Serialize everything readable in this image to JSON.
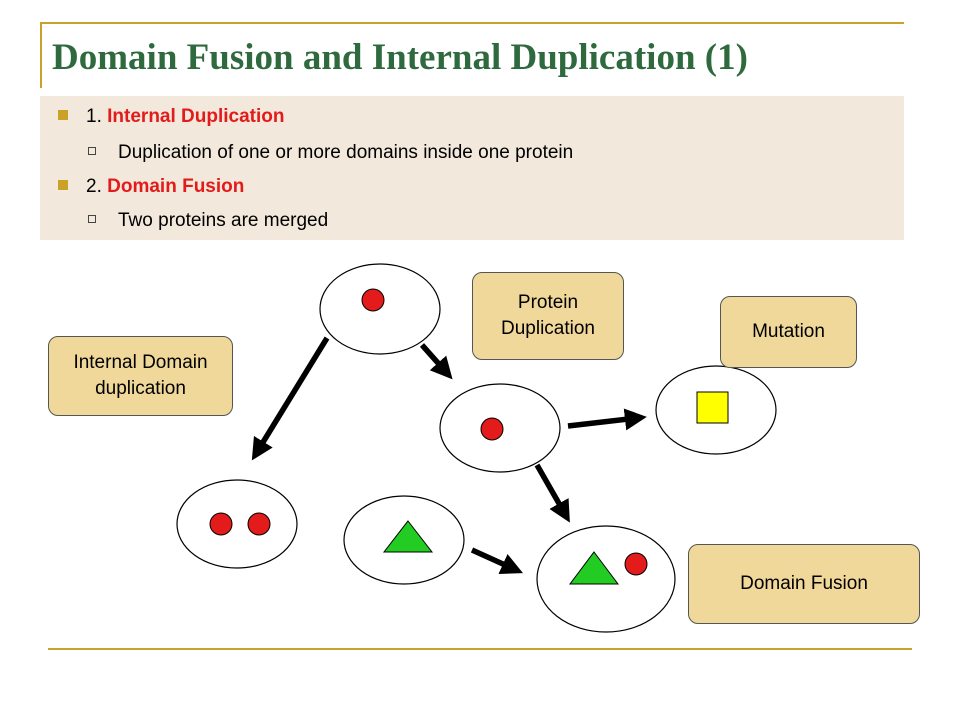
{
  "title": "Domain Fusion and Internal Duplication (1)",
  "bullets": [
    {
      "number": "1.",
      "heading": "Internal Duplication",
      "sub": "Duplication of one or more domains inside one protein"
    },
    {
      "number": "2.",
      "heading": "Domain Fusion",
      "sub": "Two proteins are merged"
    }
  ],
  "labels": {
    "internal_domain_duplication": "Internal Domain duplication",
    "protein_duplication": "Protein Duplication",
    "mutation": "Mutation",
    "domain_fusion": "Domain Fusion"
  },
  "colors": {
    "title": "#2f6a3f",
    "accent_gold": "#c9a227",
    "bullet_bg": "#f2e8dc",
    "label_bg": "#f0d89a",
    "domain_circle": "#e31b1b",
    "domain_triangle": "#22cc22",
    "domain_square": "#ffff00"
  }
}
